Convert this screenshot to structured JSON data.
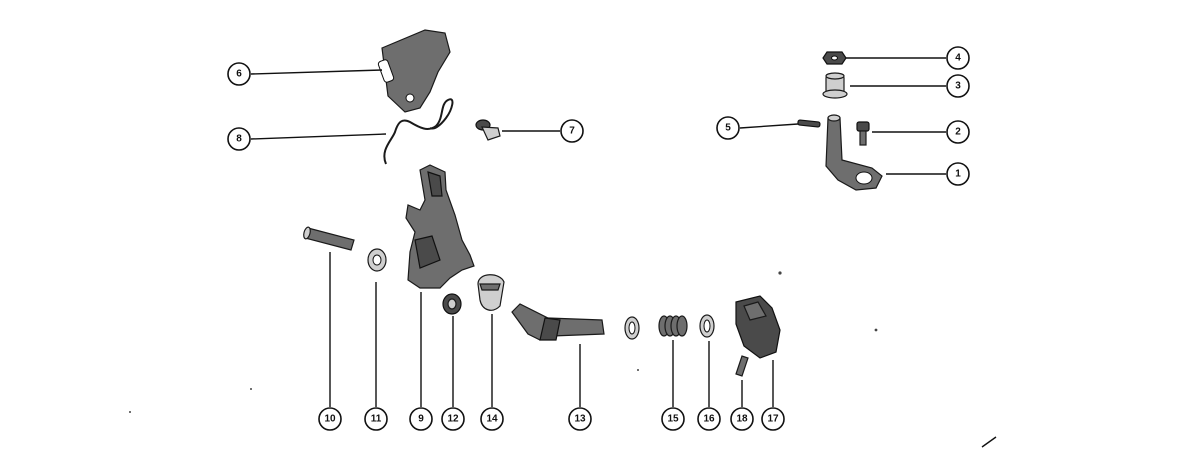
{
  "callouts": [
    {
      "id": "c1",
      "label": "1"
    },
    {
      "id": "c2",
      "label": "2"
    },
    {
      "id": "c3",
      "label": "3"
    },
    {
      "id": "c4",
      "label": "4"
    },
    {
      "id": "c5",
      "label": "5"
    },
    {
      "id": "c6",
      "label": "6"
    },
    {
      "id": "c7",
      "label": "7"
    },
    {
      "id": "c8",
      "label": "8"
    },
    {
      "id": "c9",
      "label": "9"
    },
    {
      "id": "c10",
      "label": "10"
    },
    {
      "id": "c11",
      "label": "11"
    },
    {
      "id": "c12",
      "label": "12"
    },
    {
      "id": "c13",
      "label": "13"
    },
    {
      "id": "c14",
      "label": "14"
    },
    {
      "id": "c15",
      "label": "15"
    },
    {
      "id": "c16",
      "label": "16"
    },
    {
      "id": "c17",
      "label": "17"
    },
    {
      "id": "c18",
      "label": "18"
    }
  ]
}
